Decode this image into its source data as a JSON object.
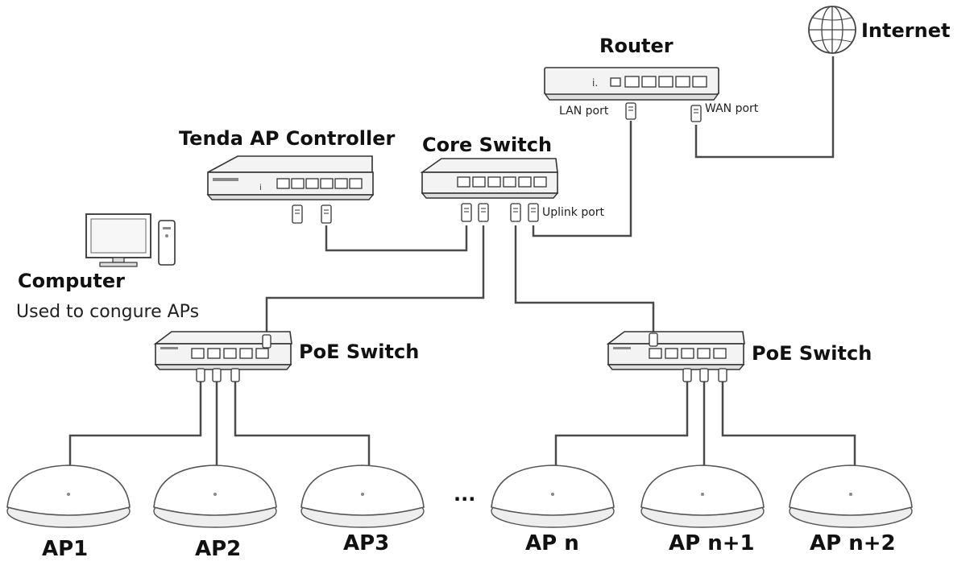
{
  "labels": {
    "internet": "Internet",
    "router": "Router",
    "lan_port": "LAN port",
    "wan_port": "WAN port",
    "controller": "Tenda AP Controller",
    "core_switch": "Core Switch",
    "uplink_port": "Uplink port",
    "computer": "Computer",
    "computer_sub": "Used to congure APs",
    "poe_left": "PoE Switch",
    "poe_right": "PoE Switch",
    "ellipsis": "...",
    "aps": [
      "AP1",
      "AP2",
      "AP3",
      "AP n",
      "AP n+1",
      "AP n+2"
    ]
  },
  "icons": {
    "internet": "globe-icon",
    "router": "router-icon",
    "controller": "ap-controller-icon",
    "core_switch": "switch-icon",
    "computer": "monitor-icon",
    "tower": "pc-tower-icon",
    "poe_switch": "poe-switch-icon",
    "ap": "access-point-icon",
    "plug": "rj45-plug-icon"
  },
  "colors": {
    "line": "#4a4a4a",
    "device_fill": "#f3f3f3",
    "text": "#111111"
  }
}
